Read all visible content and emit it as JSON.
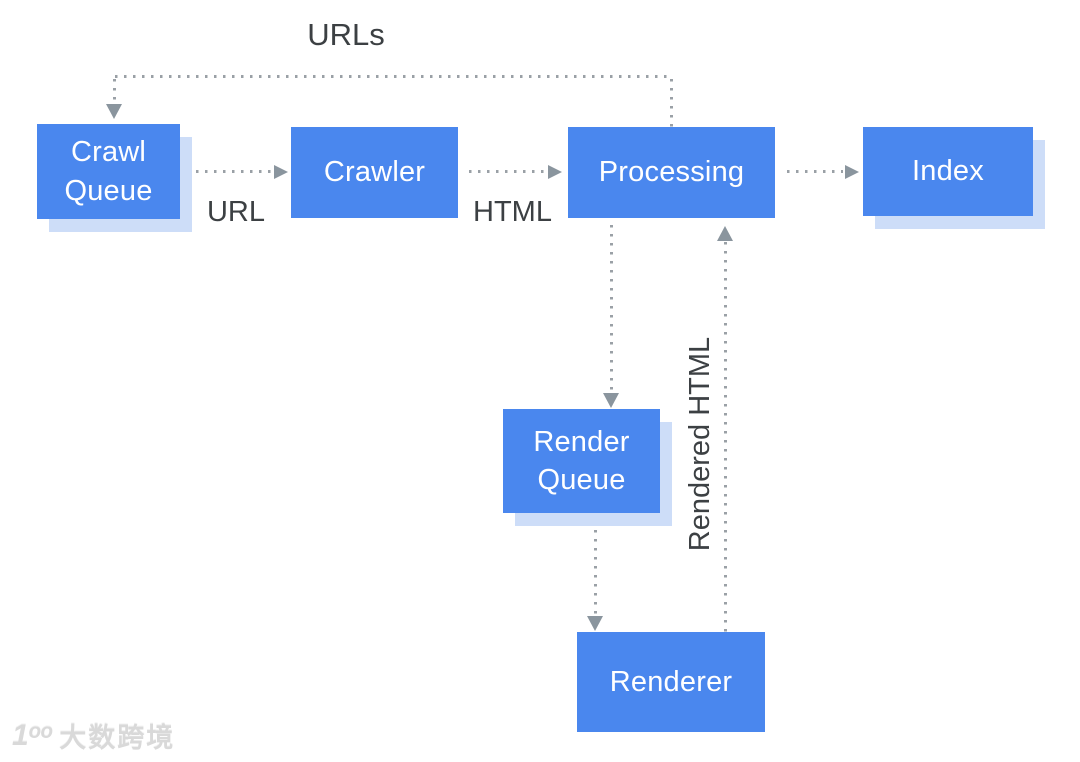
{
  "diagram": {
    "nodes": {
      "crawl_queue": "Crawl Queue",
      "crawler": "Crawler",
      "processing": "Processing",
      "index": "Index",
      "render_queue": "Render Queue",
      "renderer": "Renderer"
    },
    "edge_labels": {
      "urls": "URLs",
      "url": "URL",
      "html": "HTML",
      "rendered_html": "Rendered HTML"
    },
    "colors": {
      "node_fill": "#4a87ee",
      "node_shadow": "#cdddf8",
      "node_text": "#ffffff",
      "edge_dots": "#9aa0a6",
      "arrowhead": "#8a959e",
      "label_text": "#3c4043",
      "background": "#ffffff"
    }
  },
  "watermark": {
    "logo": "1ᵒᵒ",
    "text": "大数跨境"
  }
}
